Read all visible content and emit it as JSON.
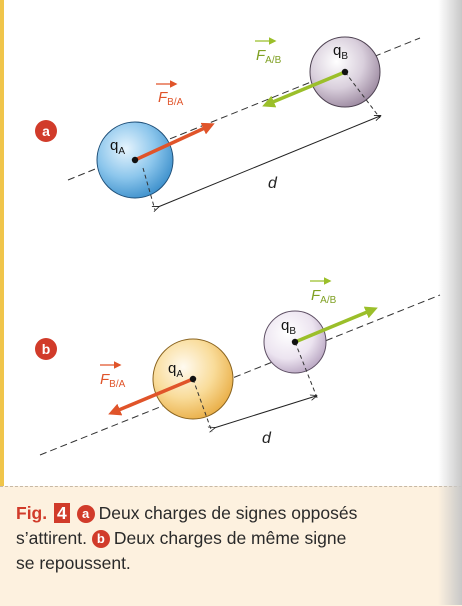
{
  "part_a": {
    "badge": "a",
    "charge_a": "q",
    "charge_a_sub": "A",
    "charge_b": "q",
    "charge_b_sub": "B",
    "force_on_b": "F",
    "force_on_b_sub": "A/B",
    "force_on_a": "F",
    "force_on_a_sub": "B/A",
    "distance": "d"
  },
  "part_b": {
    "badge": "b",
    "charge_a": "q",
    "charge_a_sub": "A",
    "charge_b": "q",
    "charge_b_sub": "B",
    "force_on_b": "F",
    "force_on_b_sub": "A/B",
    "force_on_a": "F",
    "force_on_a_sub": "B/A",
    "distance": "d"
  },
  "caption": {
    "fig_label": "Fig.",
    "fig_number": "4",
    "badge_a": "a",
    "text_a": "Deux charges de signes opposés",
    "text_a_cont": "s’attirent.",
    "badge_b": "b",
    "text_b": "Deux charges de même signe",
    "text_b_cont": "se repoussent."
  },
  "colors": {
    "accent_red": "#d13b2a",
    "force_a_color": "#e0542a",
    "force_b_color": "#9bbf2a",
    "sphere_a_blue": "#5aa9dc",
    "sphere_b_purple": "#b9a6bf",
    "sphere_a_yellow": "#f4c96a",
    "sphere_b_lilac": "#d6c9dd"
  }
}
